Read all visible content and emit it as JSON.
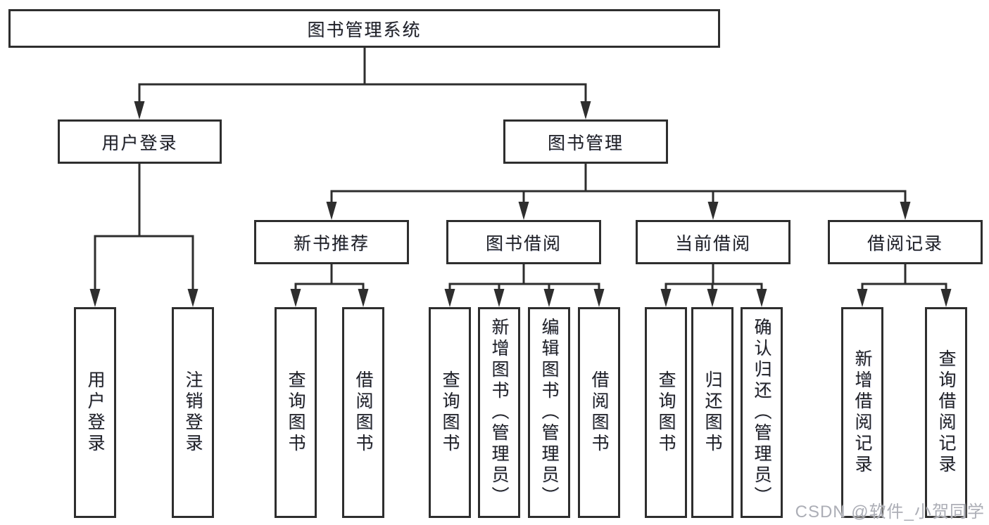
{
  "colors": {
    "background": "#ffffff",
    "line": "#2e2e2e",
    "box_border": "#2e2e2e",
    "text": "#1f1f23",
    "watermark": "#a8aab2"
  },
  "tree": {
    "root": {
      "label": "图书管理系统"
    },
    "branches": [
      {
        "label": "用户登录",
        "children": [
          {
            "label": "用户登录"
          },
          {
            "label": "注销登录"
          }
        ]
      },
      {
        "label": "图书管理",
        "children": [
          {
            "label": "新书推荐",
            "children": [
              {
                "label": "查询图书"
              },
              {
                "label": "借阅图书"
              }
            ]
          },
          {
            "label": "图书借阅",
            "children": [
              {
                "label": "查询图书"
              },
              {
                "label": "新增图书（管理员）"
              },
              {
                "label": "编辑图书（管理员）"
              },
              {
                "label": "借阅图书"
              }
            ]
          },
          {
            "label": "当前借阅",
            "children": [
              {
                "label": "查询图书"
              },
              {
                "label": "归还图书"
              },
              {
                "label": "确认归还（管理员）"
              }
            ]
          },
          {
            "label": "借阅记录",
            "children": [
              {
                "label": "新增借阅记录"
              },
              {
                "label": "查询借阅记录"
              }
            ]
          }
        ]
      }
    ]
  },
  "watermark": {
    "text": "CSDN @软件_小贺同学"
  }
}
